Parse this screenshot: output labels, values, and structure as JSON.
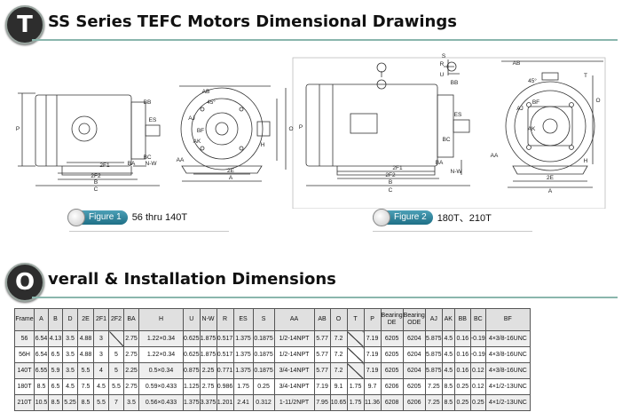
{
  "header": {
    "badge": "T",
    "title": "SS Series TEFC Motors Dimensional Drawings"
  },
  "section2": {
    "badge": "O",
    "title": "verall & Installation Dimensions"
  },
  "figure1": {
    "caption_label": "Figure 1",
    "caption_text": "56 thru 140T",
    "labels": {
      "bb": "BB",
      "p": "P",
      "es": "ES",
      "bc": "BC",
      "ba": "BA",
      "nw": "N-W",
      "f2_1": "2F1",
      "f2_2": "2F2",
      "b": "B",
      "c": "C",
      "ab": "AB",
      "aj": "AJ",
      "bf": "BF",
      "ak": "AK",
      "h": "H",
      "o": "O",
      "aa": "AA",
      "e2": "2E",
      "a": "A",
      "deg": "45°"
    }
  },
  "figure2": {
    "caption_label": "Figure 2",
    "caption_text": "180T、210T",
    "labels": {
      "s": "S",
      "r": "R",
      "u": "U",
      "bb": "BB",
      "ab": "AB",
      "es": "ES",
      "bc": "BC",
      "ba": "BA",
      "nw": "N-W",
      "f2_1": "2F1",
      "f2_2": "2F2",
      "b": "B",
      "c": "C",
      "p": "P",
      "aa": "AA",
      "aj": "AJ",
      "bf": "BF",
      "ak": "AK",
      "o": "O",
      "t": "T",
      "h": "H",
      "e2": "2E",
      "a": "A",
      "deg": "45°"
    }
  },
  "table": {
    "headers": [
      "Frame",
      "A",
      "B",
      "D",
      "2E",
      "2F1",
      "2F2",
      "BA",
      "H",
      "U",
      "N-W",
      "R",
      "ES",
      "S",
      "AA",
      "AB",
      "O",
      "T",
      "P",
      "Bearing DE",
      "Bearing ODE",
      "AJ",
      "AK",
      "BB",
      "BC",
      "BF"
    ],
    "rows": [
      [
        "56",
        "6.54",
        "4.13",
        "3.5",
        "4.88",
        "3",
        "",
        "2.75",
        "1.22×0.34",
        "0.625",
        "1.875",
        "0.517",
        "1.375",
        "0.1875",
        "1/2-14NPT",
        "5.77",
        "7.2",
        "",
        "7.19",
        "6205",
        "6204",
        "5.875",
        "4.5",
        "0.16",
        "-0.19",
        "4×3/8-16UNC"
      ],
      [
        "56H",
        "6.54",
        "6.5",
        "3.5",
        "4.88",
        "3",
        "5",
        "2.75",
        "1.22×0.34",
        "0.625",
        "1.875",
        "0.517",
        "1.375",
        "0.1875",
        "1/2-14NPT",
        "5.77",
        "7.2",
        "",
        "7.19",
        "6205",
        "6204",
        "5.875",
        "4.5",
        "0.16",
        "-0.19",
        "4×3/8-16UNC"
      ],
      [
        "140T",
        "6.55",
        "5.9",
        "3.5",
        "5.5",
        "4",
        "5",
        "2.25",
        "0.5×0.34",
        "0.875",
        "2.25",
        "0.771",
        "1.375",
        "0.1875",
        "3/4-14NPT",
        "5.77",
        "7.2",
        "",
        "7.19",
        "6205",
        "6204",
        "5.875",
        "4.5",
        "0.16",
        "0.12",
        "4×3/8-16UNC"
      ],
      [
        "180T",
        "8.5",
        "6.5",
        "4.5",
        "7.5",
        "4.5",
        "5.5",
        "2.75",
        "0.59×0.433",
        "1.125",
        "2.75",
        "0.986",
        "1.75",
        "0.25",
        "3/4-14NPT",
        "7.19",
        "9.1",
        "1.75",
        "9.7",
        "6206",
        "6205",
        "7.25",
        "8.5",
        "0.25",
        "0.12",
        "4×1/2-13UNC"
      ],
      [
        "210T",
        "10.5",
        "8.5",
        "5.25",
        "8.5",
        "5.5",
        "7",
        "3.5",
        "0.56×0.433",
        "1.375",
        "3.375",
        "1.201",
        "2.41",
        "0.312",
        "1-11/2NPT",
        "7.95",
        "10.65",
        "1.75",
        "11.36",
        "6208",
        "6206",
        "7.25",
        "8.5",
        "0.25",
        "0.25",
        "4×1/2-13UNC"
      ]
    ]
  }
}
